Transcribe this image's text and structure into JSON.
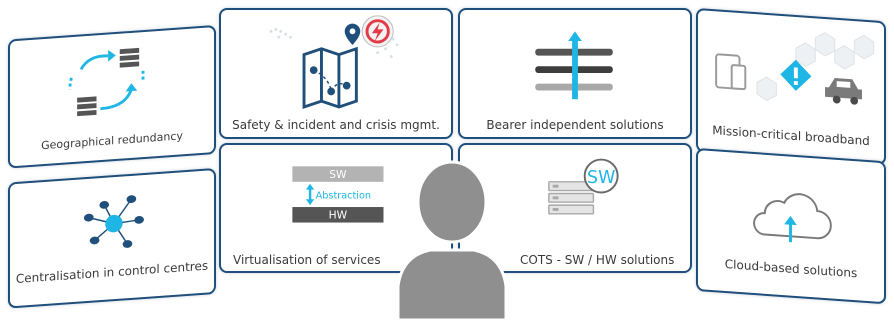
{
  "colors": {
    "accent": "#1fb6e6",
    "navy": "#1f4f7a",
    "gray": "#8f8f8f",
    "dark_gray": "#555555",
    "red": "#e33a47"
  },
  "tiles": {
    "geographical": {
      "label": "Geographical redundancy",
      "icon": "server-sync-icon"
    },
    "safety": {
      "label": "Safety & incident and crisis mgmt.",
      "icon": "map-location-icon"
    },
    "bearer": {
      "label": "Bearer independent solutions",
      "icon": "layered-bars-icon"
    },
    "mission": {
      "label": "Mission-critical broadband",
      "icon": "devices-network-icon"
    },
    "centralisation": {
      "label": "Centralisation in control centres",
      "icon": "hub-network-icon"
    },
    "virtualisation": {
      "label": "Virtualisation of services",
      "icon": "abstraction-layers-icon",
      "sw": "SW",
      "abstraction": "Abstraction",
      "hw": "HW"
    },
    "cots": {
      "label": "COTS - SW / HW solutions",
      "icon": "server-sw-icon",
      "badge": "SW"
    },
    "cloud": {
      "label": "Cloud-based solutions",
      "icon": "cloud-upload-icon"
    }
  }
}
